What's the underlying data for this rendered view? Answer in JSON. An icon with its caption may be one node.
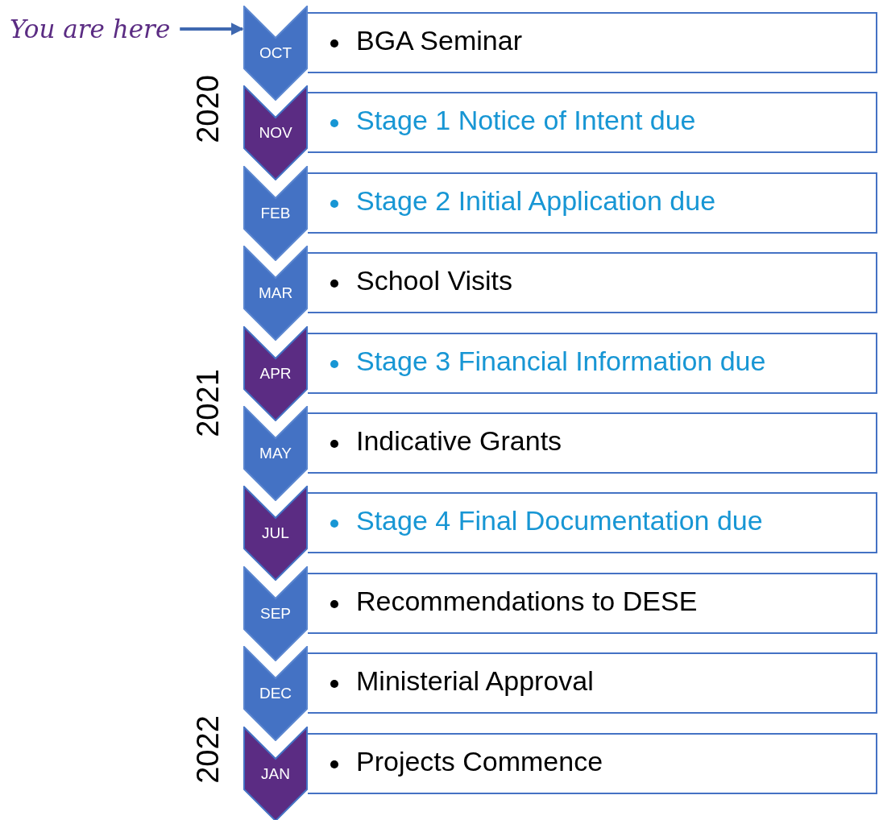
{
  "diagram": {
    "nodes": [
      {
        "text": [
          "You are here"
        ]
      },
      {
        "text": [
          "OCT"
        ]
      },
      {
        "text": [
          "BGA Seminar"
        ]
      },
      {
        "text": [
          "NOV"
        ]
      },
      {
        "text": [
          "Stage 1 Notice of Intent due"
        ]
      },
      {
        "text": [
          "FEB"
        ]
      },
      {
        "text": [
          "Stage 2 Initial Application due"
        ]
      },
      {
        "text": [
          "MAR"
        ]
      },
      {
        "text": [
          "School Visits"
        ]
      },
      {
        "text": [
          "APR"
        ]
      },
      {
        "text": [
          "Stage 3 Financial Information due"
        ]
      },
      {
        "text": [
          "MAY"
        ]
      },
      {
        "text": [
          "Indicative Grants"
        ]
      },
      {
        "text": [
          "JUL"
        ]
      },
      {
        "text": [
          "Stage 4 Final Documentation due"
        ]
      },
      {
        "text": [
          "SEP"
        ]
      },
      {
        "text": [
          "Recommendations to DESE"
        ]
      },
      {
        "text": [
          "DEC"
        ]
      },
      {
        "text": [
          "Ministerial Approval"
        ]
      },
      {
        "text": [
          "JAN"
        ]
      },
      {
        "text": [
          "Projects Commence"
        ]
      }
    ],
    "edges": [
      {
        "from": 0,
        "to": 1,
        "arrow": "to"
      }
    ],
    "labels": [
      "2020",
      "2021",
      "2022"
    ]
  }
}
